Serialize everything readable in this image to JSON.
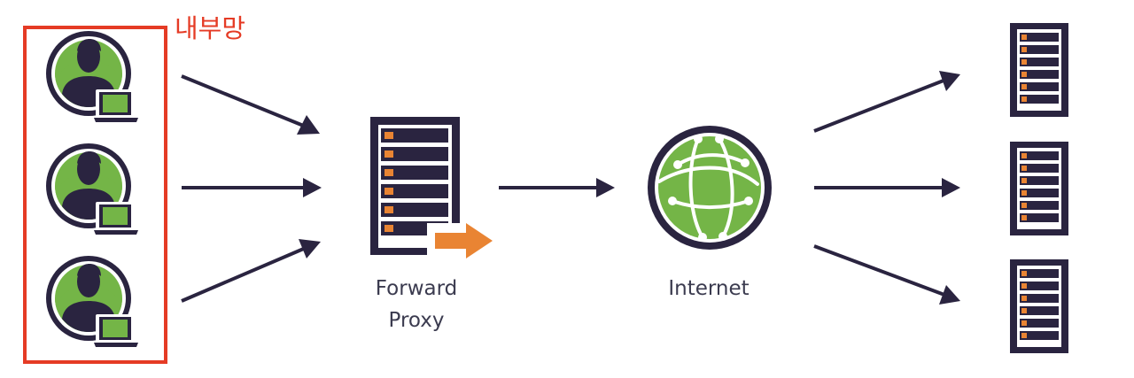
{
  "labels": {
    "internal_network": "내부망",
    "proxy_line1": "Forward",
    "proxy_line2": "Proxy",
    "internet": "Internet"
  },
  "colors": {
    "highlight": "#e53b25",
    "dark": "#2a2440",
    "green": "#74b547",
    "orange": "#e98433",
    "white": "#ffffff"
  },
  "icons": {
    "client": "user-with-laptop-icon",
    "proxy": "server-rack-with-arrow-icon",
    "internet": "globe-network-icon",
    "destination": "server-rack-icon"
  }
}
